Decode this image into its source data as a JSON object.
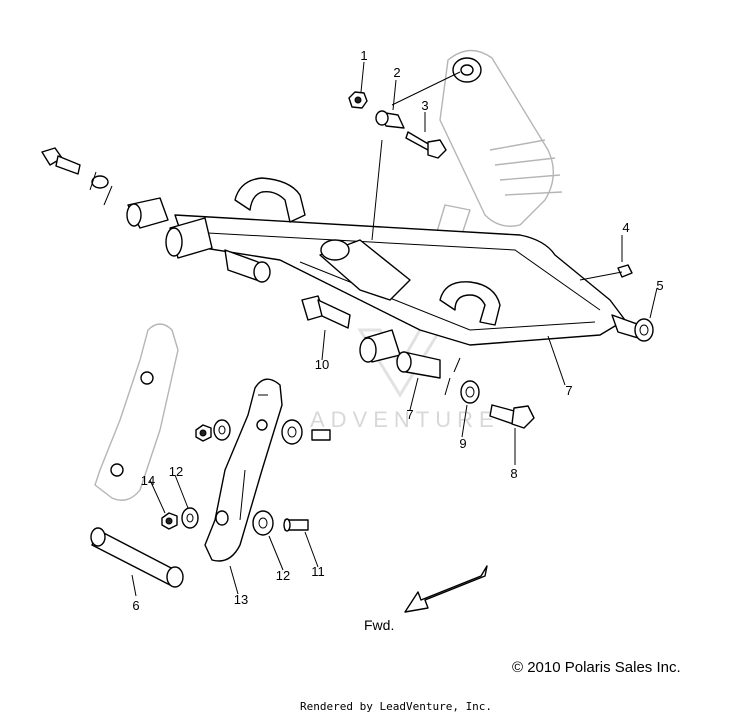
{
  "callouts": [
    "1",
    "2",
    "3",
    "4",
    "5",
    "6",
    "7",
    "7",
    "8",
    "9",
    "10",
    "11",
    "12",
    "12",
    "13",
    "14"
  ],
  "direction_label": "Fwd.",
  "copyright": "© 2010 Polaris Sales Inc.",
  "footer": "Rendered by LeadVenture, Inc.",
  "watermark": "ADVENTURE",
  "colors": {
    "line": "#000000",
    "ghost": "#b5b5b5",
    "watermark": "#d8d8d8",
    "background": "#ffffff"
  }
}
